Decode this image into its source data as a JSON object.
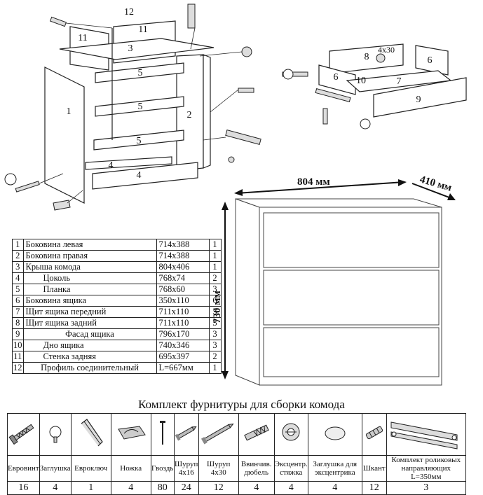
{
  "diagram_top": {
    "part_numbers": [
      "12",
      "11",
      "11",
      "3",
      "5",
      "5",
      "5",
      "1",
      "2",
      "4",
      "4"
    ],
    "drawer_numbers": [
      "8",
      "4x30",
      "6",
      "6",
      "7",
      "10",
      "9"
    ]
  },
  "dimensions": {
    "width": "804 мм",
    "depth": "410 мм",
    "height": "730 мм"
  },
  "parts": [
    {
      "n": "1",
      "name": "Боковина левая",
      "size": "714x388",
      "qty": "1"
    },
    {
      "n": "2",
      "name": "Боковина правая",
      "size": "714x388",
      "qty": "1"
    },
    {
      "n": "3",
      "name": "Крыша комода",
      "size": "804x406",
      "qty": "1"
    },
    {
      "n": "4",
      "name": "Цоколь",
      "size": "768x74",
      "qty": "2"
    },
    {
      "n": "5",
      "name": "Планка",
      "size": "768x60",
      "qty": "3"
    },
    {
      "n": "6",
      "name": "Боковина ящика",
      "size": "350x110",
      "qty": "6"
    },
    {
      "n": "7",
      "name": "Щит ящика передний",
      "size": "711x110",
      "qty": "3"
    },
    {
      "n": "8",
      "name": "Щит ящика задний",
      "size": "711x110",
      "qty": "3"
    },
    {
      "n": "9",
      "name": "Фасад ящика",
      "size": "796x170",
      "qty": "3"
    },
    {
      "n": "10",
      "name": "Дно ящика",
      "size": "740x346",
      "qty": "3"
    },
    {
      "n": "11",
      "name": "Стенка задняя",
      "size": "695x397",
      "qty": "2"
    },
    {
      "n": "12",
      "name": "Профиль соединительный",
      "size": "L=667мм",
      "qty": "1"
    }
  ],
  "hardware": {
    "title": "Комплект фурнитуры для сборки комода",
    "items": [
      {
        "icon": "euro-screw-icon",
        "label": "Евровинт",
        "count": "16"
      },
      {
        "icon": "cap-icon",
        "label": "Заглушка",
        "count": "4"
      },
      {
        "icon": "hex-key-icon",
        "label": "Евроключ",
        "count": "1"
      },
      {
        "icon": "foot-icon",
        "label": "Ножка",
        "count": "4"
      },
      {
        "icon": "nail-icon",
        "label": "Гвоздь",
        "count": "80"
      },
      {
        "icon": "screw-4x16-icon",
        "label": "Шуруп 4x16",
        "count": "24"
      },
      {
        "icon": "screw-4x30-icon",
        "label": "Шуруп 4x30",
        "count": "12"
      },
      {
        "icon": "screw-in-dowel-icon",
        "label": "Ввинчив. дюбель",
        "count": "4"
      },
      {
        "icon": "cam-lock-icon",
        "label": "Эксцентр. стяжка",
        "count": "4"
      },
      {
        "icon": "cam-cap-icon",
        "label": "Заглушка для эксцентрика",
        "count": "4"
      },
      {
        "icon": "dowel-icon",
        "label": "Шкант",
        "count": "12"
      },
      {
        "icon": "roller-guide-icon",
        "label": "Комплект роликовых направляющих L=350мм",
        "count": "3"
      }
    ]
  }
}
